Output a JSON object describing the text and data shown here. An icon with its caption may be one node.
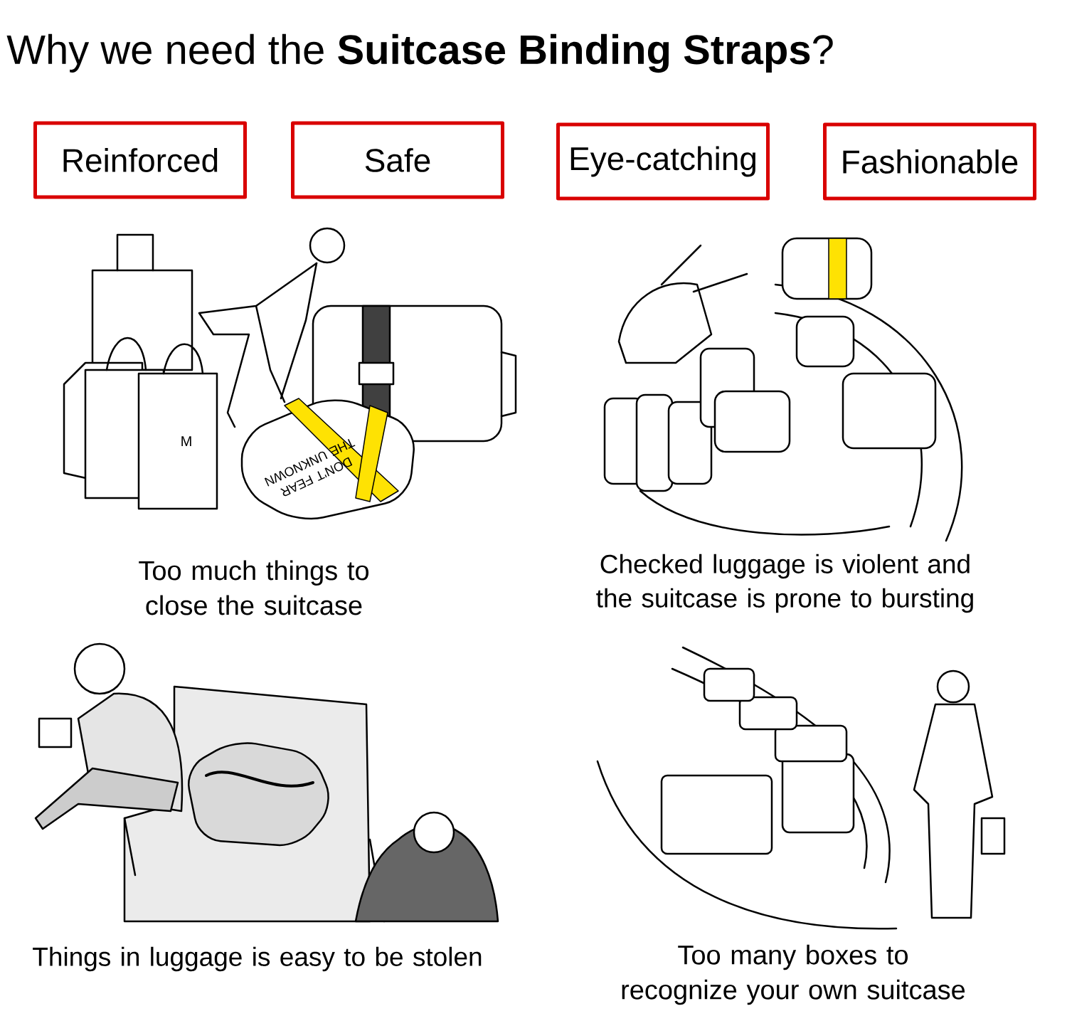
{
  "diagram": {
    "title": "Why we need the **Suitcase Binding Straps**?",
    "nodes": [
      {
        "text": [
          "Reinforced"
        ]
      },
      {
        "text": [
          "Safe"
        ]
      },
      {
        "text": [
          "Eye-catching"
        ]
      },
      {
        "text": [
          "Fashionable"
        ]
      }
    ],
    "labels": [
      "M",
      "DON'T FEAR THE UNKNOWN",
      "Too much things to close the suitcase",
      "Checked luggage is violent and the suitcase is prone to bursting",
      "Things in luggage is easy to be stolen",
      "Too many boxes to recognize your own suitcase"
    ]
  }
}
